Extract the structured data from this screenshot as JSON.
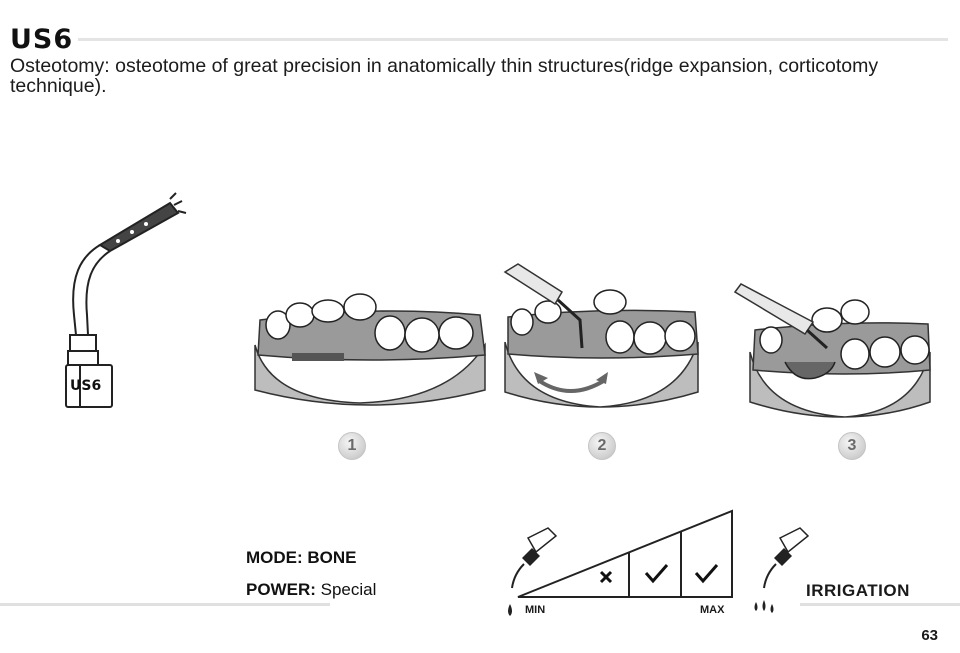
{
  "header": {
    "title": "US6",
    "description": "Osteotomy: osteotome of great precision in anatomically thin structures(ridge expansion, corticotomy technique)."
  },
  "insert_illustration": {
    "label": "US6"
  },
  "steps": [
    {
      "number": "1"
    },
    {
      "number": "2"
    },
    {
      "number": "3"
    }
  ],
  "settings": {
    "mode_label": "MODE:",
    "mode_value": "BONE",
    "power_label": "POWER:",
    "power_value": "Special",
    "irrigation_label": "IRRIGATION",
    "scale_min": "MIN",
    "scale_max": "MAX",
    "scale_levels": [
      "x",
      "check",
      "check"
    ]
  },
  "footer": {
    "page_number": "63"
  }
}
